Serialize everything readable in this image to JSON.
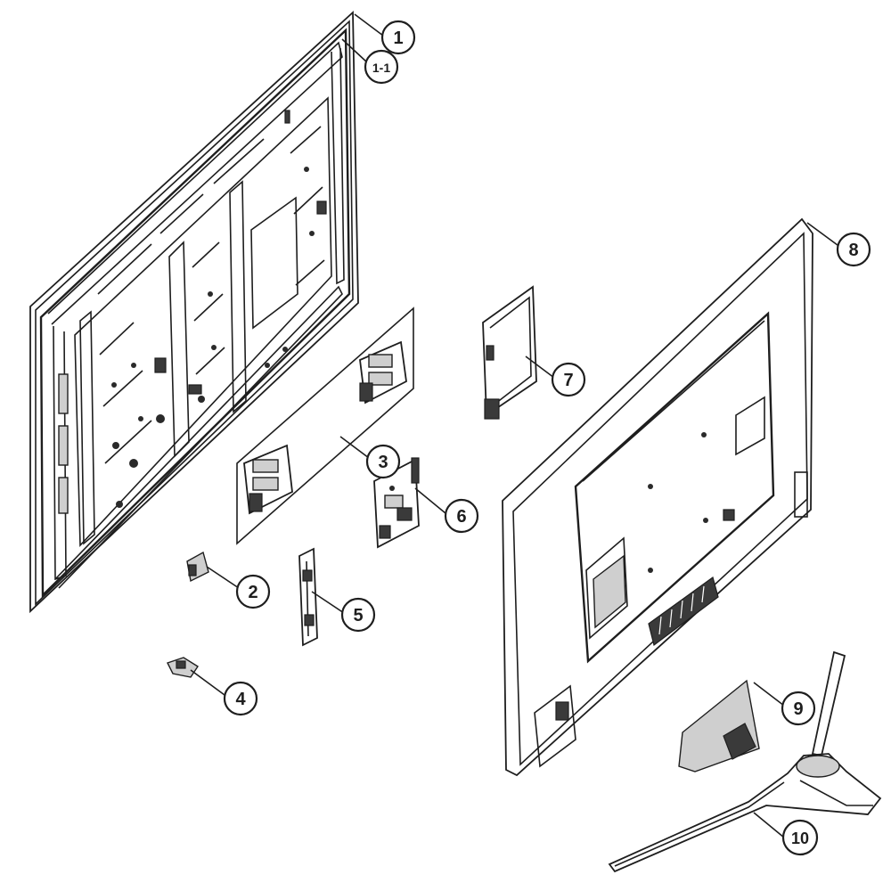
{
  "callouts": [
    {
      "id": "1",
      "label": "1"
    },
    {
      "id": "1-1",
      "label": "1-1"
    },
    {
      "id": "2",
      "label": "2"
    },
    {
      "id": "3",
      "label": "3"
    },
    {
      "id": "4",
      "label": "4"
    },
    {
      "id": "5",
      "label": "5"
    },
    {
      "id": "6",
      "label": "6"
    },
    {
      "id": "7",
      "label": "7"
    },
    {
      "id": "8",
      "label": "8"
    },
    {
      "id": "9",
      "label": "9"
    },
    {
      "id": "10",
      "label": "10"
    }
  ],
  "colors": {
    "line": "#1e1e1e",
    "background": "#ffffff",
    "shade": "#cfcfcf"
  }
}
